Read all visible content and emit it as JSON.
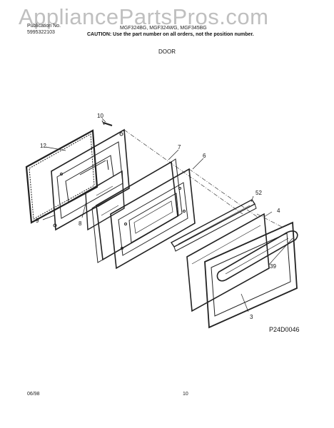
{
  "header": {
    "watermark": "AppliancePartsPros.com",
    "publication_line1": "Publication No.",
    "publication_line2": "5995322103",
    "models": "MGF324BG, MGF324WG, MGF345BG",
    "caution": "CAUTION: Use the part number on all orders, not the position number."
  },
  "section_title": "DOOR",
  "callouts": [
    {
      "id": "c10",
      "label": "10"
    },
    {
      "id": "c12",
      "label": "12"
    },
    {
      "id": "c7",
      "label": "7"
    },
    {
      "id": "c6",
      "label": "6"
    },
    {
      "id": "c52",
      "label": "52"
    },
    {
      "id": "c4",
      "label": "4"
    },
    {
      "id": "c9",
      "label": "9"
    },
    {
      "id": "c8",
      "label": "8"
    },
    {
      "id": "c39",
      "label": "39"
    },
    {
      "id": "c3",
      "label": "3"
    }
  ],
  "figure_code": "P24D0046",
  "footer": {
    "date": "06/98",
    "page": "10"
  }
}
